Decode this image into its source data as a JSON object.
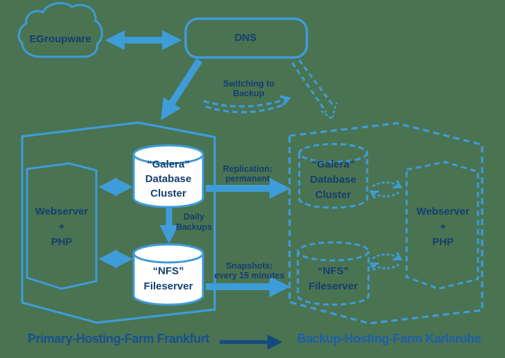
{
  "colors": {
    "background": "#4a7352",
    "accent_blue": "#3e9cd9",
    "navy_text": "#153e70",
    "primary_title": "#17518f",
    "backup_title": "#1e5fa9",
    "bottom_arrow": "#164a7f",
    "cylinder_fill": "#ffffff"
  },
  "cloud": {
    "label": "EGroupware"
  },
  "dns": {
    "label": "DNS"
  },
  "edges": {
    "switching": {
      "line1": "Switching to",
      "line2": "Backup"
    },
    "replication": {
      "line1": "Replication:",
      "line2": "permanent"
    },
    "daily": {
      "line1": "Daily",
      "line2": "Backups"
    },
    "snapshots": {
      "line1": "Snapshots:",
      "line2": "every 15 minutes"
    }
  },
  "primary_farm": {
    "title": "Primary-Hosting-Farm Frankfurt",
    "webserver": {
      "line1": "Webserver",
      "line2": "+",
      "line3": "PHP"
    },
    "galera": {
      "line1": "“Galera”",
      "line2": "Database",
      "line3": "Cluster"
    },
    "nfs": {
      "line1": "“NFS”",
      "line2": "Fileserver"
    }
  },
  "backup_farm": {
    "title": "Backup-Hosting-Farm Karlsruhe",
    "webserver": {
      "line1": "Webserver",
      "line2": "+",
      "line3": "PHP"
    },
    "galera": {
      "line1": "“Galera”",
      "line2": "Database",
      "line3": "Cluster"
    },
    "nfs": {
      "line1": "“NFS”",
      "line2": "Fileserver"
    }
  }
}
